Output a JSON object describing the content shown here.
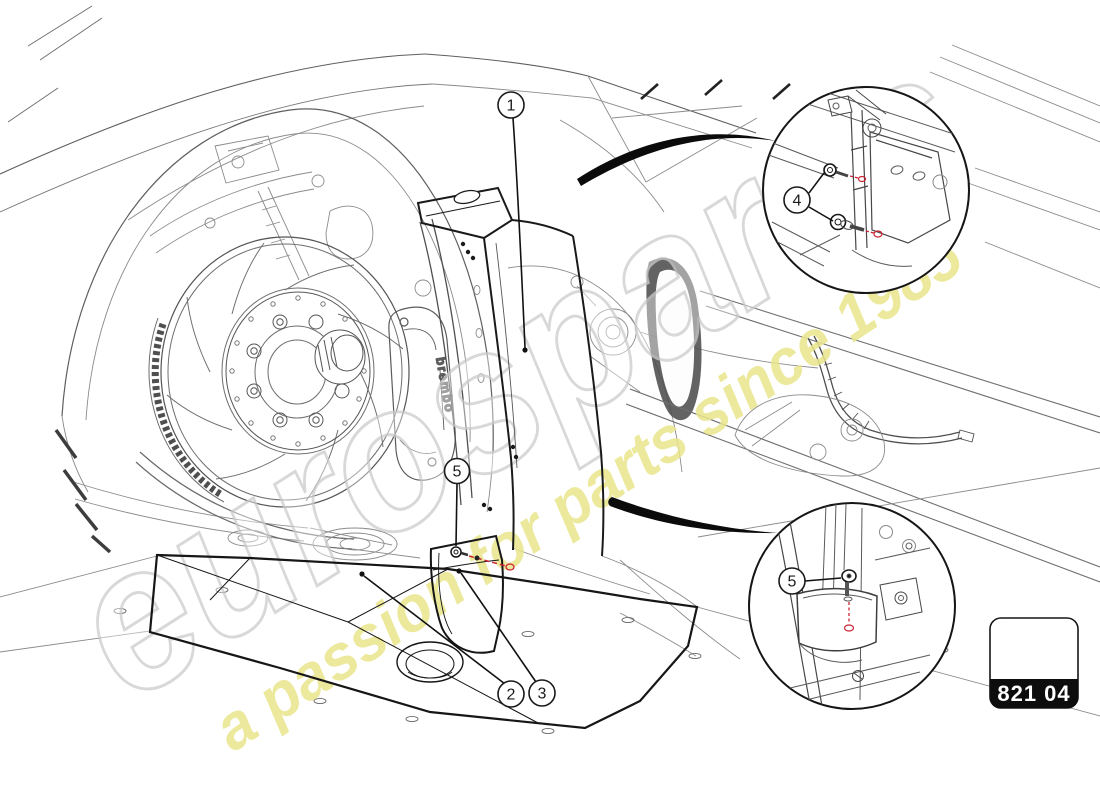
{
  "watermark": {
    "brand": "eurospares",
    "tagline": "a passion for parts since 1985"
  },
  "part_box": {
    "code": "821 04"
  },
  "callouts": {
    "c1": "1",
    "c2": "2",
    "c3": "3",
    "c4": "4",
    "c5": "5"
  },
  "caliper": {
    "brand": "brembo"
  },
  "colors": {
    "line": "#4a4a4a",
    "dark": "#161616",
    "red_dash": "#cc2233",
    "watermark_yellow": "#e9e68d",
    "watermark_gray": "#cccccc"
  }
}
